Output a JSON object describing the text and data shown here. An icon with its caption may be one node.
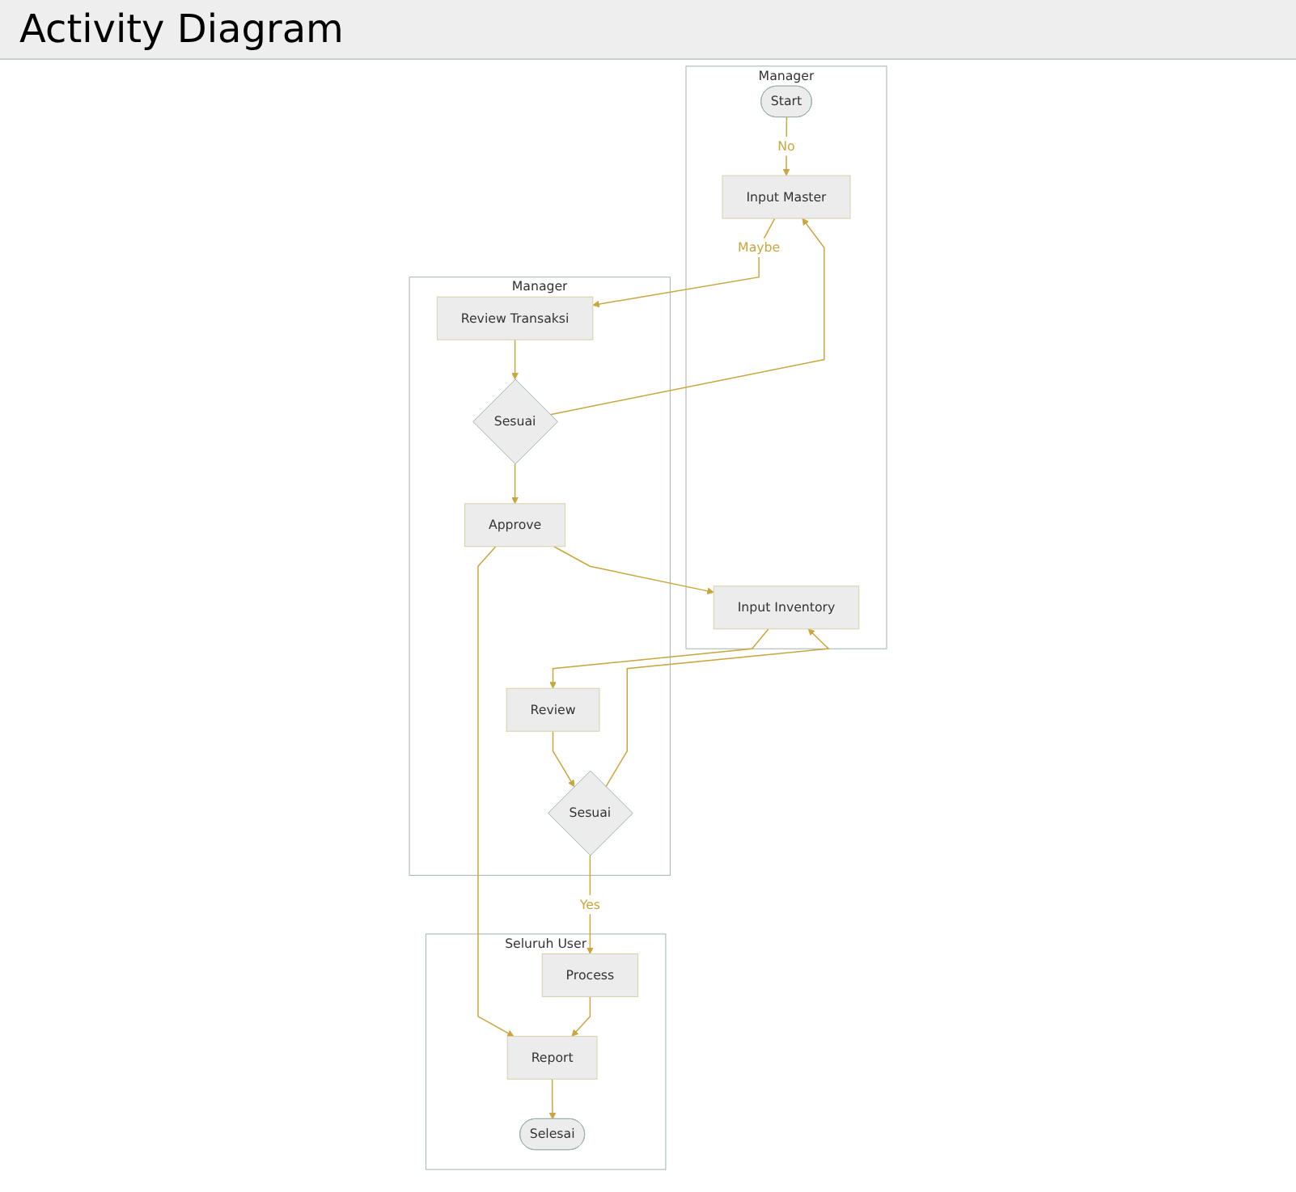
{
  "diagram": {
    "title": "Activity Diagram",
    "nodes": [
      {
        "text": [
          "Manager"
        ]
      },
      {
        "text": [
          "Manager"
        ]
      },
      {
        "text": [
          "Seluruh User"
        ]
      },
      {
        "text": [
          "Start"
        ],
        "in": 0
      },
      {
        "text": [
          "Input Master"
        ],
        "in": 0
      },
      {
        "text": [
          "Input Inventory"
        ],
        "in": 0
      },
      {
        "text": [
          "Review Transaksi"
        ],
        "in": 1
      },
      {
        "text": [
          "Sesuai"
        ],
        "in": 1
      },
      {
        "text": [
          "Approve"
        ],
        "in": 1
      },
      {
        "text": [
          "Review"
        ],
        "in": 1
      },
      {
        "text": [
          "Sesuai"
        ],
        "in": 1
      },
      {
        "text": [
          "Process"
        ],
        "in": 2
      },
      {
        "text": [
          "Report"
        ],
        "in": 2
      },
      {
        "text": [
          "Selesai"
        ],
        "in": 2
      }
    ],
    "edges": [
      {
        "from": 3,
        "to": 4,
        "arrow": "to",
        "label": "No"
      },
      {
        "from": 4,
        "to": 6,
        "arrow": "to",
        "label": "Maybe"
      },
      {
        "from": 6,
        "to": 7,
        "arrow": "to"
      },
      {
        "from": 7,
        "to": 4,
        "arrow": "to"
      },
      {
        "from": 7,
        "to": 8,
        "arrow": "to"
      },
      {
        "from": 8,
        "to": 5,
        "arrow": "to"
      },
      {
        "from": 8,
        "to": 12,
        "arrow": "to"
      },
      {
        "from": 5,
        "to": 9,
        "arrow": "to"
      },
      {
        "from": 9,
        "to": 10,
        "arrow": "to"
      },
      {
        "from": 10,
        "to": 5,
        "arrow": "to"
      },
      {
        "from": 10,
        "to": 11,
        "arrow": "to",
        "label": "Yes"
      },
      {
        "from": 11,
        "to": 12,
        "arrow": "to"
      },
      {
        "from": 12,
        "to": 13,
        "arrow": "to"
      }
    ]
  }
}
